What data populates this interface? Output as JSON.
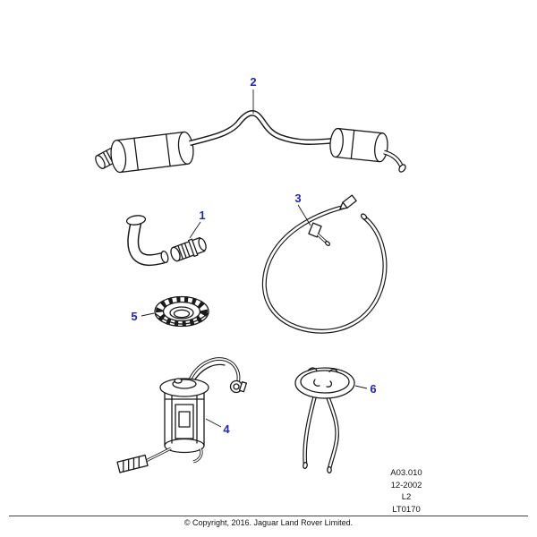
{
  "colors": {
    "callout": "#2323c8",
    "line_art": "#1a1a1a"
  },
  "callouts": {
    "c1": "1",
    "c2": "2",
    "c3": "3",
    "c4": "4",
    "c5": "5",
    "c6": "6"
  },
  "info": {
    "lines": [
      "A03.010",
      "12-2002",
      "L2",
      "LT0170"
    ]
  },
  "footer": {
    "copyright": "© Copyright, 2016. Jaguar Land Rover Limited."
  }
}
